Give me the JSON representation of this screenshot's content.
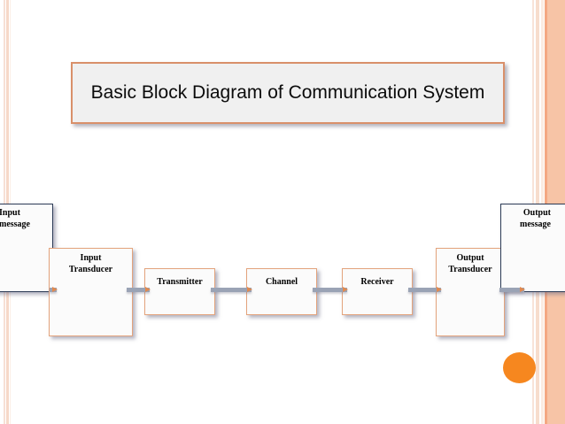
{
  "slide": {
    "title": "Basic Block Diagram of Communication System",
    "background_color": "#ffffff"
  },
  "decoration": {
    "left_stripe_colors": [
      "#f7e0d5",
      "#f6d8c8",
      "#fbeee6"
    ],
    "right_stripe_colors": [
      "#f8e3d8",
      "#f7ddcd",
      "#fbece2",
      "#f4a882",
      "#f7c4a6"
    ],
    "circle_color": "#f6871f"
  },
  "diagram": {
    "type": "block-diagram",
    "accent_color": "#e3a37c",
    "endpoint_border_color": "#2b3a55",
    "connector_color": "#9aa3b5",
    "arrowhead_color": "#e08a50",
    "blocks": [
      {
        "id": "input-message",
        "label": "Input\nmessage",
        "line1": "Input",
        "line2": "message"
      },
      {
        "id": "input-transducer",
        "label": "Input Transducer",
        "line1": "Input",
        "line2": "Transducer"
      },
      {
        "id": "transmitter",
        "label": "Transmitter",
        "line1": "Transmitter",
        "line2": ""
      },
      {
        "id": "channel",
        "label": "Channel",
        "line1": "Channel",
        "line2": ""
      },
      {
        "id": "receiver",
        "label": "Receiver",
        "line1": "Receiver",
        "line2": ""
      },
      {
        "id": "output-transducer",
        "label": "Output Transducer",
        "line1": "Output",
        "line2": "Transducer"
      },
      {
        "id": "output-message",
        "label": "Output\nmessage",
        "line1": "Output",
        "line2": "message"
      }
    ],
    "connections": [
      {
        "from": "input-message",
        "to": "input-transducer"
      },
      {
        "from": "input-transducer",
        "to": "transmitter"
      },
      {
        "from": "transmitter",
        "to": "channel"
      },
      {
        "from": "channel",
        "to": "receiver"
      },
      {
        "from": "receiver",
        "to": "output-transducer"
      },
      {
        "from": "output-transducer",
        "to": "output-message"
      }
    ]
  }
}
